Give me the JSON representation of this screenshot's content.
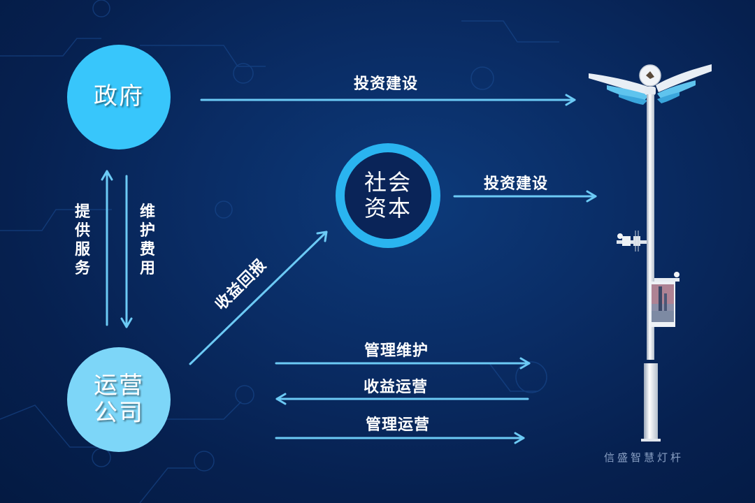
{
  "nodes": {
    "government": {
      "label_line1": "政府",
      "color": "#38c6fb"
    },
    "social_capital": {
      "label_line1": "社会",
      "label_line2": "资本",
      "ring_color": "#2ab4f0"
    },
    "operating_company": {
      "label_line1": "运营",
      "label_line2": "公司",
      "color": "#7dd6f8"
    }
  },
  "edges": {
    "gov_to_pole": {
      "label": "投资建设",
      "direction": "right"
    },
    "capital_to_pole": {
      "label": "投资建设",
      "direction": "right"
    },
    "op_to_gov": {
      "label": "提供服务",
      "direction": "up"
    },
    "gov_to_op": {
      "label": "维护费用",
      "direction": "down"
    },
    "op_to_capital": {
      "label": "收益回报",
      "direction": "up-right"
    },
    "op_manage_maintain": {
      "label": "管理维护",
      "direction": "right"
    },
    "pole_revenue_ops": {
      "label": "收益运营",
      "direction": "left"
    },
    "op_manage_operate": {
      "label": "管理运营",
      "direction": "right"
    }
  },
  "product": {
    "name": "信盛智慧灯杆",
    "image": "smart-lamp-pole"
  },
  "colors": {
    "arrow": "#6ccaf5",
    "background": "#0a2d66",
    "text": "#ffffff"
  }
}
